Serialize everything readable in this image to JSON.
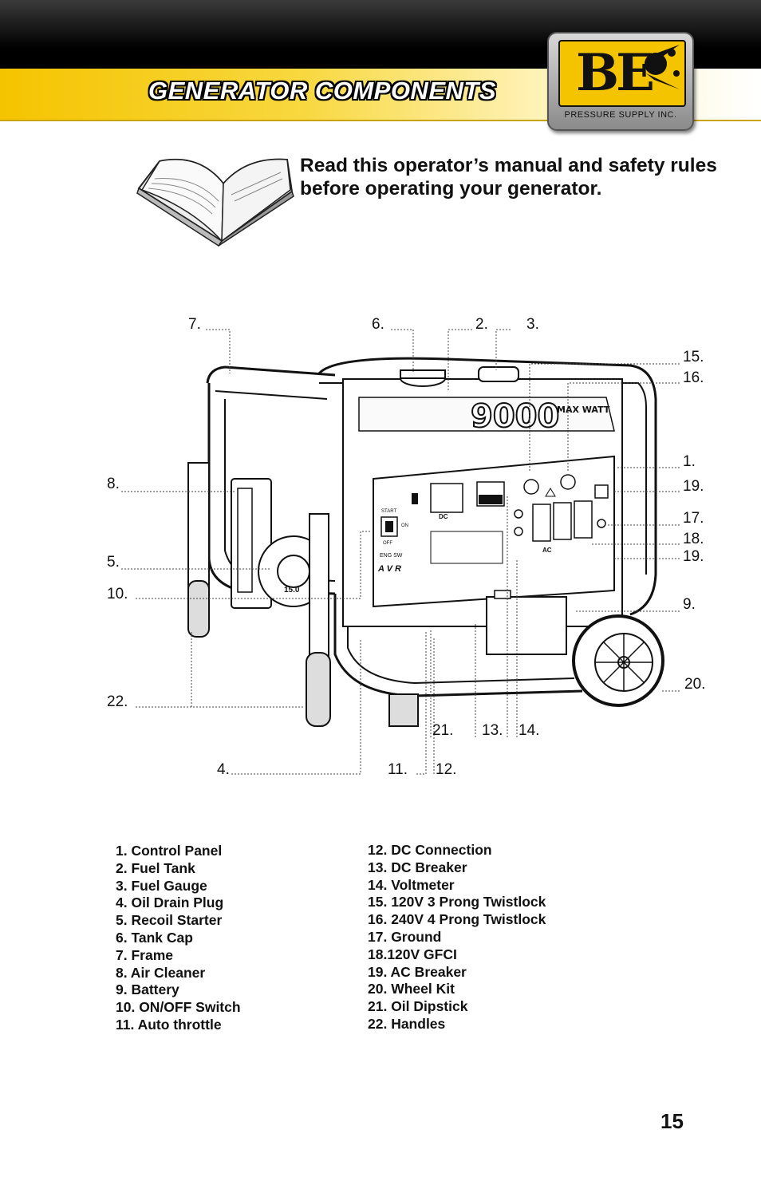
{
  "header": {
    "section_title": "GENERATOR COMPONENTS",
    "brand_color": "#f5c400"
  },
  "logo": {
    "letters": "BE",
    "subtext": "PRESSURE SUPPLY INC."
  },
  "safety_note": "Read this operator’s manual and safety rules before operating your generator.",
  "diagram": {
    "model_number": "9000",
    "max_watt": "MAX WATT",
    "panel_dc": "DC",
    "panel_ac": "AC",
    "panel_avr": "A V R",
    "panel_eng": "ENG SW",
    "panel_start": "START",
    "panel_on": "ON",
    "panel_off": "OFF",
    "recoil_badge": "15.0",
    "callouts": [
      "1.",
      "2.",
      "3.",
      "4.",
      "5.",
      "6.",
      "7.",
      "8.",
      "9.",
      "10.",
      "11.",
      "12.",
      "13.",
      "14.",
      "15.",
      "16.",
      "17.",
      "18.",
      "19.",
      "19.",
      "20.",
      "21.",
      "22."
    ]
  },
  "parts_left": [
    "1. Control Panel",
    "2. Fuel Tank",
    "3. Fuel Gauge",
    "4. Oil Drain Plug",
    "5. Recoil Starter",
    "6. Tank Cap",
    "7. Frame",
    "8. Air Cleaner",
    "9. Battery",
    "10. ON/OFF Switch",
    "11. Auto throttle"
  ],
  "parts_right": [
    "12. DC Connection",
    "13. DC Breaker",
    "14. Voltmeter",
    "15. 120V 3 Prong Twistlock",
    "16. 240V 4 Prong Twistlock",
    "17. Ground",
    "18.120V GFCI",
    "19. AC Breaker",
    "20. Wheel Kit",
    "21. Oil Dipstick",
    "22. Handles"
  ],
  "page_number": "15"
}
